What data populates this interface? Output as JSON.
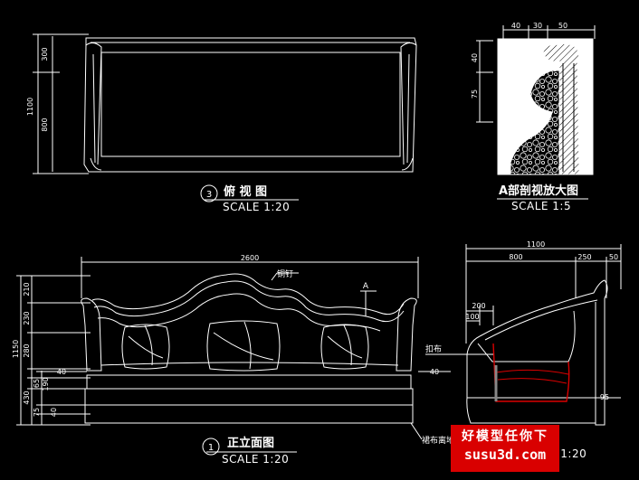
{
  "top_view": {
    "title": "俯 视 图",
    "scale": "SCALE 1:20",
    "view_number": "3",
    "dims": {
      "d300": "300",
      "d800": "800",
      "d1100": "1100"
    }
  },
  "detail_view": {
    "title": "A部剖视放大图",
    "scale": "SCALE 1:5",
    "dims": {
      "d40h": "40",
      "d30h": "30",
      "d50h": "50",
      "d40v": "40",
      "d75v": "75"
    }
  },
  "front_view": {
    "title": "正立面图",
    "scale": "SCALE 1:20",
    "view_number": "1",
    "dims": {
      "width": "2600",
      "h1150": "1150",
      "h210": "210",
      "h230": "230",
      "h280": "280",
      "h430": "430",
      "h190": "190",
      "h65": "65",
      "h75": "75",
      "h40a": "40",
      "h40b": "40",
      "h40c": "40"
    },
    "notes": {
      "nail": "铜钉",
      "section_mark": "A",
      "cloth": "裙布离地"
    }
  },
  "side_view": {
    "scale": "SCALE 1:20",
    "dims": {
      "d1100": "1100",
      "d800": "800",
      "d250": "250",
      "d50": "50",
      "d200": "200",
      "d100": "100",
      "d95": "95"
    },
    "notes": {
      "button": "扣布"
    }
  },
  "watermark": {
    "line1": "好模型任你下",
    "line2": "susu3d.com"
  },
  "colors": {
    "background": "#000000",
    "line": "#ffffff",
    "accent": "#d90000",
    "detail_fill": "#ffffff"
  }
}
